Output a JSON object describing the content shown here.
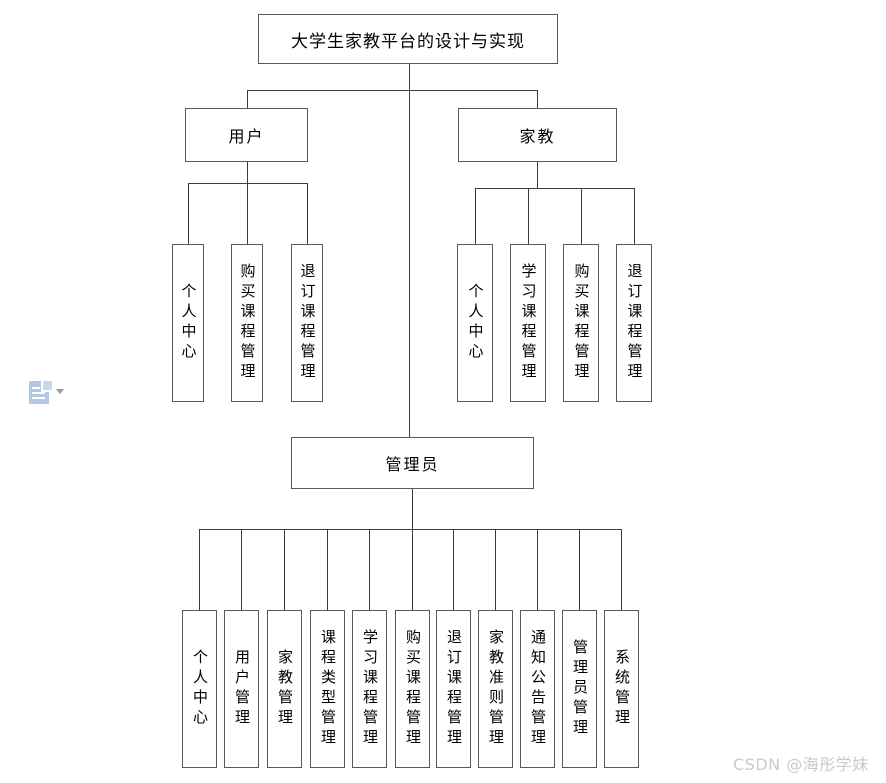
{
  "tree": {
    "root": "大学生家教平台的设计与实现",
    "branches": [
      {
        "label": "用户",
        "children": [
          "个人中心",
          "购买课程管理",
          "退订课程管理"
        ]
      },
      {
        "label": "家教",
        "children": [
          "个人中心",
          "学习课程管理",
          "购买课程管理",
          "退订课程管理"
        ]
      },
      {
        "label": "管理员",
        "children": [
          "个人中心",
          "用户管理",
          "家教管理",
          "课程类型管理",
          "学习课程管理",
          "购买课程管理",
          "退订课程管理",
          "家教准则管理",
          "通知公告管理",
          "管理员管理",
          "系统管理"
        ]
      }
    ]
  },
  "watermark": "CSDN @海彤学妹",
  "icons": {
    "paste_options": "paste-options-clipboard",
    "dropdown": "dropdown-caret"
  },
  "colors": {
    "line": "#3c3c3c",
    "box_border": "#595959",
    "watermark": "#cacaca",
    "paste_icon_blue": "#b4c6e6"
  }
}
